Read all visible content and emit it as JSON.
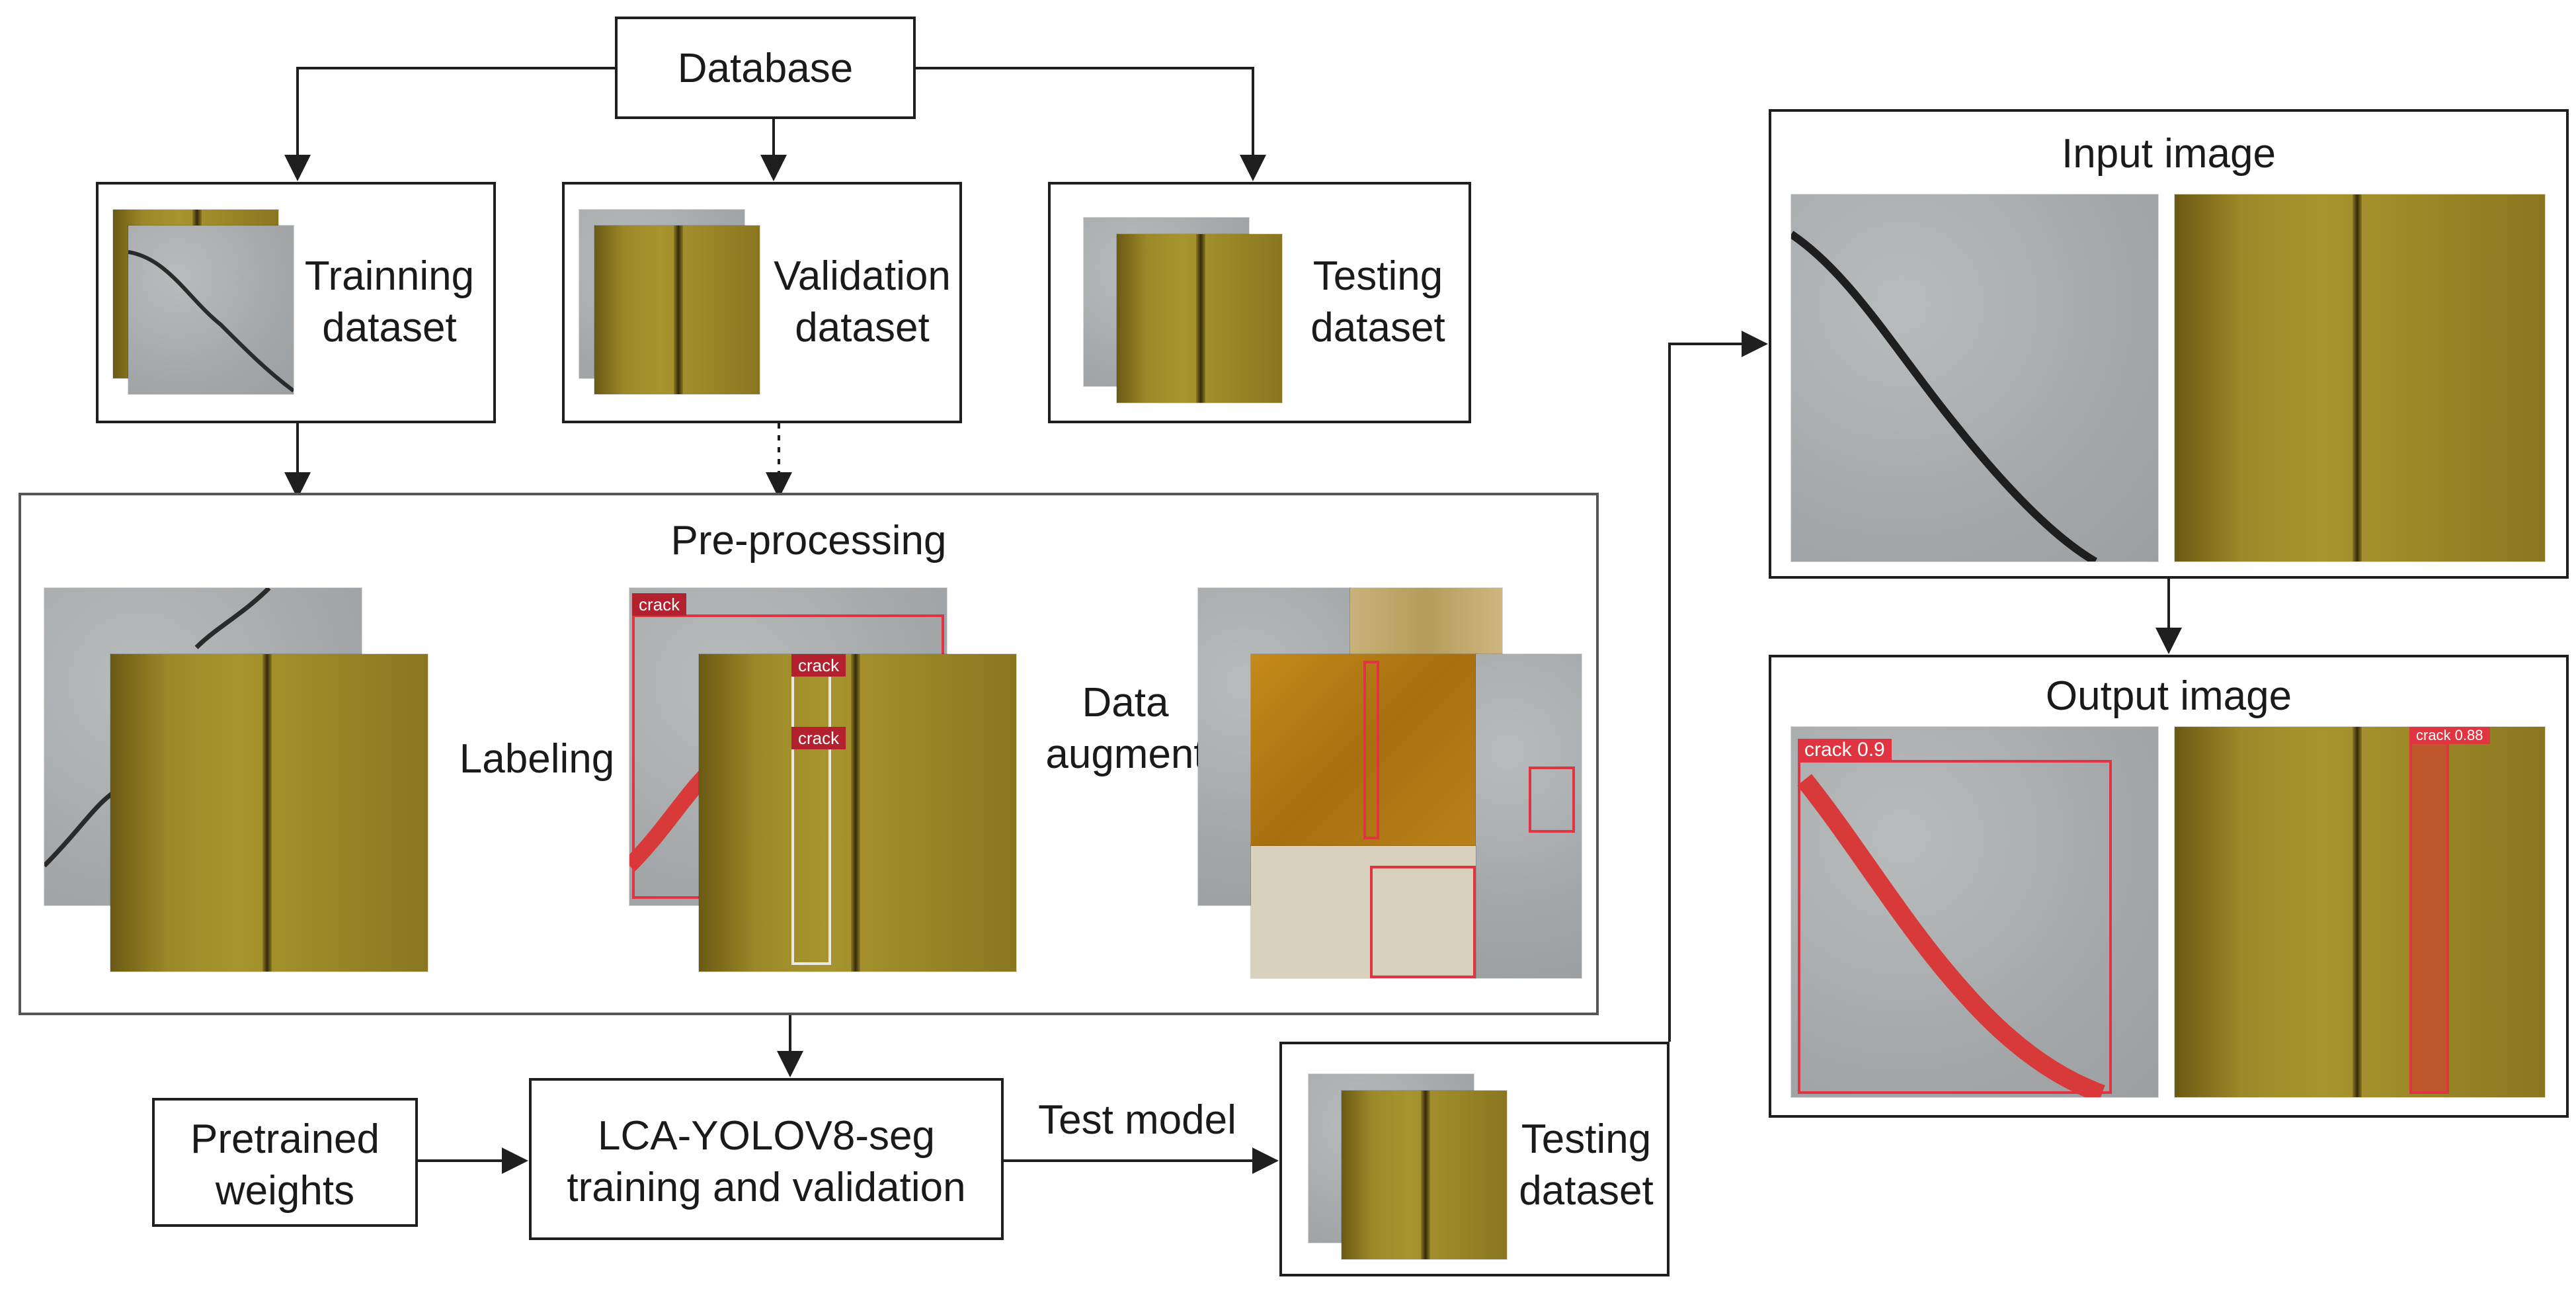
{
  "nodes": {
    "database": "Database",
    "training": "Trainning\ndataset",
    "validation": "Validation\ndataset",
    "testing_top": "Testing\ndataset",
    "preprocessing": "Pre-processing",
    "labeling": "Labeling",
    "data_augment": "Data\naugment",
    "pretrained": "Pretrained\nweights",
    "model": "LCA-YOLOV8-seg\ntraining and validation",
    "test_model": "Test model",
    "testing_bottom": "Testing\ndataset",
    "input_image": "Input image",
    "output_image": "Output image"
  },
  "image_labels": {
    "crack": "crack",
    "output_left": "crack 0.9",
    "output_right": "crack 0.88"
  },
  "colors": {
    "stroke": "#1f1f1f",
    "crack_mask": "#d83a3a",
    "label_tag": "#b3202e"
  }
}
